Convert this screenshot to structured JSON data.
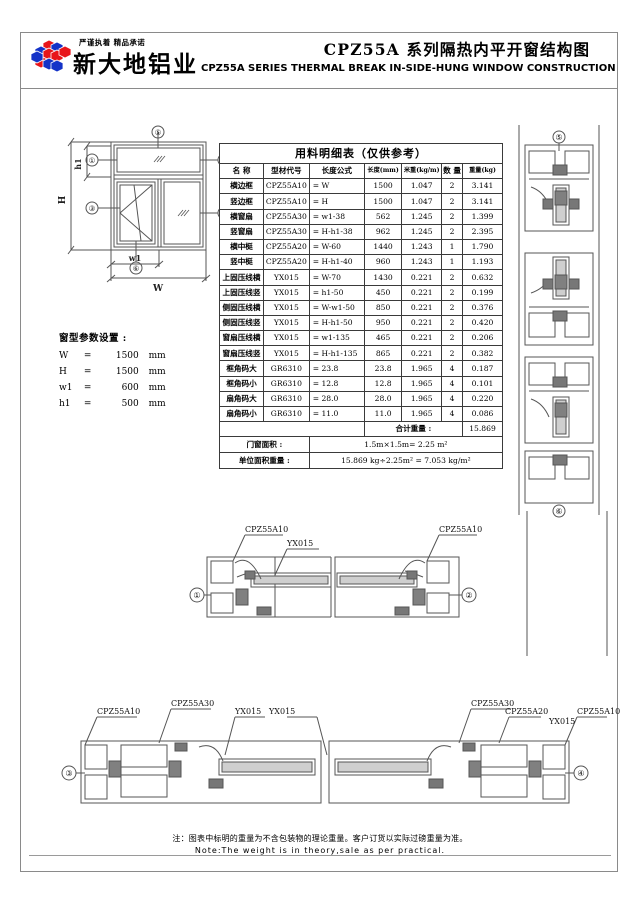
{
  "header": {
    "logo_name": "xindadi-aluminum-logo",
    "slogan": "严谨执着  精品承诺",
    "brand": "新大地铝业",
    "title_cn": "CPZ55A 系列隔热内平开窗结构图",
    "title_en": "CPZ55A   SERIES THERMAL BREAK IN-SIDE-HUNG WINDOW CONSTRUCTION",
    "logo_colors": {
      "red": "#e8151a",
      "blue": "#1433c8"
    }
  },
  "elevation": {
    "dim_w": "W",
    "dim_h": "H",
    "dim_w1": "w1",
    "dim_h1": "h1",
    "callouts": [
      "①",
      "②",
      "③",
      "④",
      "⑤",
      "⑥"
    ]
  },
  "params": {
    "heading": "窗型参数设置 :",
    "rows": [
      {
        "key": "W",
        "eq": "=",
        "value": "1500",
        "unit": "mm"
      },
      {
        "key": "H",
        "eq": "=",
        "value": "1500",
        "unit": "mm"
      },
      {
        "key": "w1",
        "eq": "=",
        "value": "600",
        "unit": "mm"
      },
      {
        "key": "h1",
        "eq": "=",
        "value": "500",
        "unit": "mm"
      }
    ]
  },
  "table": {
    "caption": "用料明细表（仅供参考）",
    "headers": [
      "名 称",
      "型材代号",
      "长度公式",
      "长度(mm)",
      "米重(kg/m)",
      "数 量",
      "重量(kg)"
    ],
    "rows": [
      [
        "横边框",
        "CPZ55A10",
        "= W",
        "1500",
        "1.047",
        "2",
        "3.141"
      ],
      [
        "竖边框",
        "CPZ55A10",
        "= H",
        "1500",
        "1.047",
        "2",
        "3.141"
      ],
      [
        "横窗扇",
        "CPZ55A30",
        "= w1-38",
        "562",
        "1.245",
        "2",
        "1.399"
      ],
      [
        "竖窗扇",
        "CPZ55A30",
        "= H-h1-38",
        "962",
        "1.245",
        "2",
        "2.395"
      ],
      [
        "横中梃",
        "CPZ55A20",
        "= W-60",
        "1440",
        "1.243",
        "1",
        "1.790"
      ],
      [
        "竖中梃",
        "CPZ55A20",
        "= H-h1-40",
        "960",
        "1.243",
        "1",
        "1.193"
      ],
      [
        "上固压线横",
        "YX015",
        "= W-70",
        "1430",
        "0.221",
        "2",
        "0.632"
      ],
      [
        "上固压线竖",
        "YX015",
        "= h1-50",
        "450",
        "0.221",
        "2",
        "0.199"
      ],
      [
        "侧固压线横",
        "YX015",
        "= W-w1-50",
        "850",
        "0.221",
        "2",
        "0.376"
      ],
      [
        "侧固压线竖",
        "YX015",
        "= H-h1-50",
        "950",
        "0.221",
        "2",
        "0.420"
      ],
      [
        "窗扇压线横",
        "YX015",
        "= w1-135",
        "465",
        "0.221",
        "2",
        "0.206"
      ],
      [
        "窗扇压线竖",
        "YX015",
        "= H-h1-135",
        "865",
        "0.221",
        "2",
        "0.382"
      ],
      [
        "框角码大",
        "GR6310",
        "= 23.8",
        "23.8",
        "1.965",
        "4",
        "0.187"
      ],
      [
        "框角码小",
        "GR6310",
        "= 12.8",
        "12.8",
        "1.965",
        "4",
        "0.101"
      ],
      [
        "扇角码大",
        "GR6310",
        "= 28.0",
        "28.0",
        "1.965",
        "4",
        "0.220"
      ],
      [
        "扇角码小",
        "GR6310",
        "= 11.0",
        "11.0",
        "1.965",
        "4",
        "0.086"
      ]
    ],
    "total_label": "合计重量 :",
    "total_value": "15.869",
    "area_label": "门窗面积 :",
    "area_value": "1.5m×1.5m= 2.25  m²",
    "unit_weight_label": "单位面积重量 :",
    "unit_weight_value": "15.869  kg÷2.25m² =  7.053  kg/m²"
  },
  "sections": {
    "mid_labels": [
      "CPZ55A10",
      "YX015",
      "CPZ55A10"
    ],
    "mid_callouts": [
      "①",
      "②"
    ],
    "bottom_labels": [
      "CPZ55A10",
      "CPZ55A30",
      "YX015",
      "YX015",
      "CPZ55A30",
      "CPZ55A20",
      "YX015",
      "CPZ55A10"
    ],
    "bottom_callouts": [
      "③",
      "④"
    ],
    "right_callouts": [
      "⑤",
      "⑥"
    ]
  },
  "note": {
    "cn": "注：图表中标明的重量为不含包装物的理论重量。客户订货以实际过磅重量为准。",
    "en": "Note:The  weight  is  in  theory,sale  as  per  practical."
  }
}
